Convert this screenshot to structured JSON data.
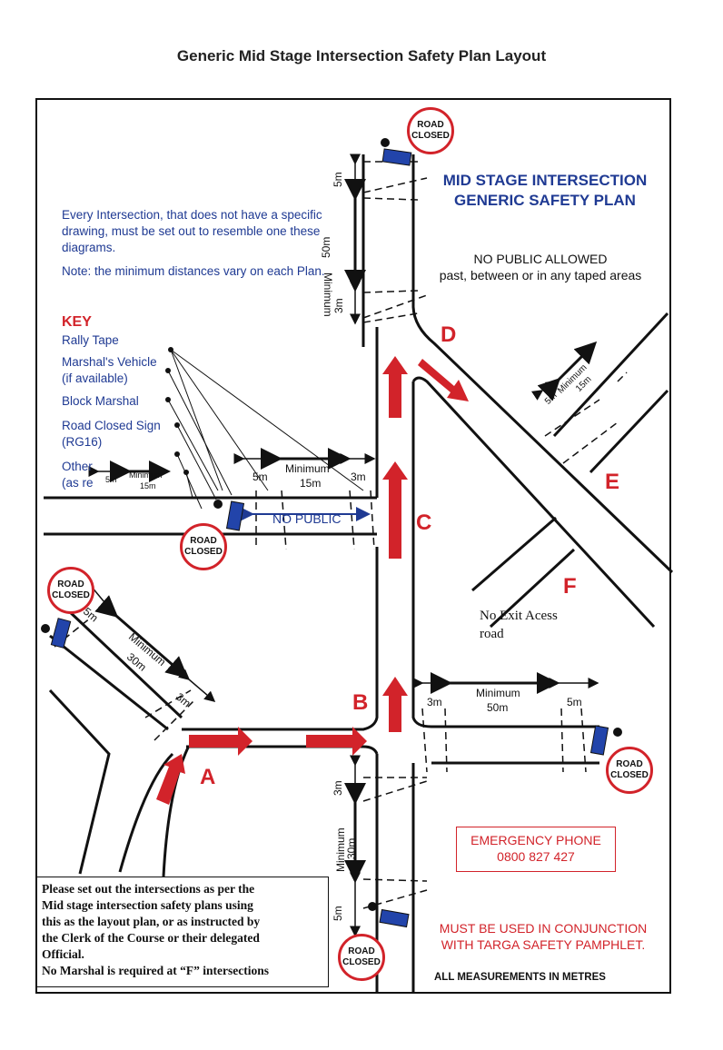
{
  "title": "Generic Mid Stage Intersection Safety Plan Layout",
  "intro": "Every Intersection, that does not have a specific drawing, must be set out to resemble one these diagrams.",
  "note": "Note: the minimum distances vary on each Plan.",
  "key": {
    "title": "KEY",
    "items": [
      "Rally Tape",
      "Marshal's Vehicle",
      "(if available)",
      "Block Marshal",
      "Road Closed Sign",
      "(RG16)",
      "Other",
      "(as re"
    ],
    "legend_dims": [
      "5m",
      "Minimum",
      "15m"
    ]
  },
  "plan_title": [
    "MID STAGE INTERSECTION",
    "GENERIC SAFETY PLAN"
  ],
  "no_public": [
    "NO PUBLIC ALLOWED",
    "past, between or in any taped areas"
  ],
  "road_closed": [
    "ROAD",
    "CLOSED"
  ],
  "no_public_road": "NO PUBLIC",
  "letters": [
    "A",
    "B",
    "C",
    "D",
    "E",
    "F"
  ],
  "no_exit": [
    "No Exit Acess",
    "road"
  ],
  "emergency": [
    "EMERGENCY PHONE",
    "0800 827 427"
  ],
  "must_use": [
    "MUST BE USED IN CONJUNCTION",
    "WITH TARGA SAFETY PAMPHLET."
  ],
  "all_measurements": "ALL MEASUREMENTS IN METRES",
  "instructions": [
    "Please set out the intersections as per the",
    "Mid stage intersection safety plans using",
    "this as the layout plan, or as instructed by",
    "the Clerk of the Course or their delegated",
    "Official.",
    "No Marshal is required at “F” intersections"
  ],
  "dims": {
    "top_5m": "5m",
    "top_min": "Minimum",
    "top_50m": "50m",
    "top_3m": "3m",
    "left_5m": "5m",
    "left_min": "Minimum",
    "left_15m": "15m",
    "left_3m": "3m",
    "right_3m": "3m",
    "right_min": "Minimum",
    "right_50m": "50m",
    "right_5m": "5m",
    "bot_3m": "3m",
    "bot_min": "Minimum",
    "bot_30m": "30m",
    "bot_5m": "5m",
    "diag_5m": "5m",
    "diag_min": "Minimum",
    "diag_30m": "30m",
    "diag_3m": "3m",
    "ne_5m": "5m",
    "ne_min": "Minimum",
    "ne_15m": "15m"
  },
  "colors": {
    "red": "#d2232a",
    "blue": "#1f3a93",
    "vehicle": "#2244aa"
  }
}
